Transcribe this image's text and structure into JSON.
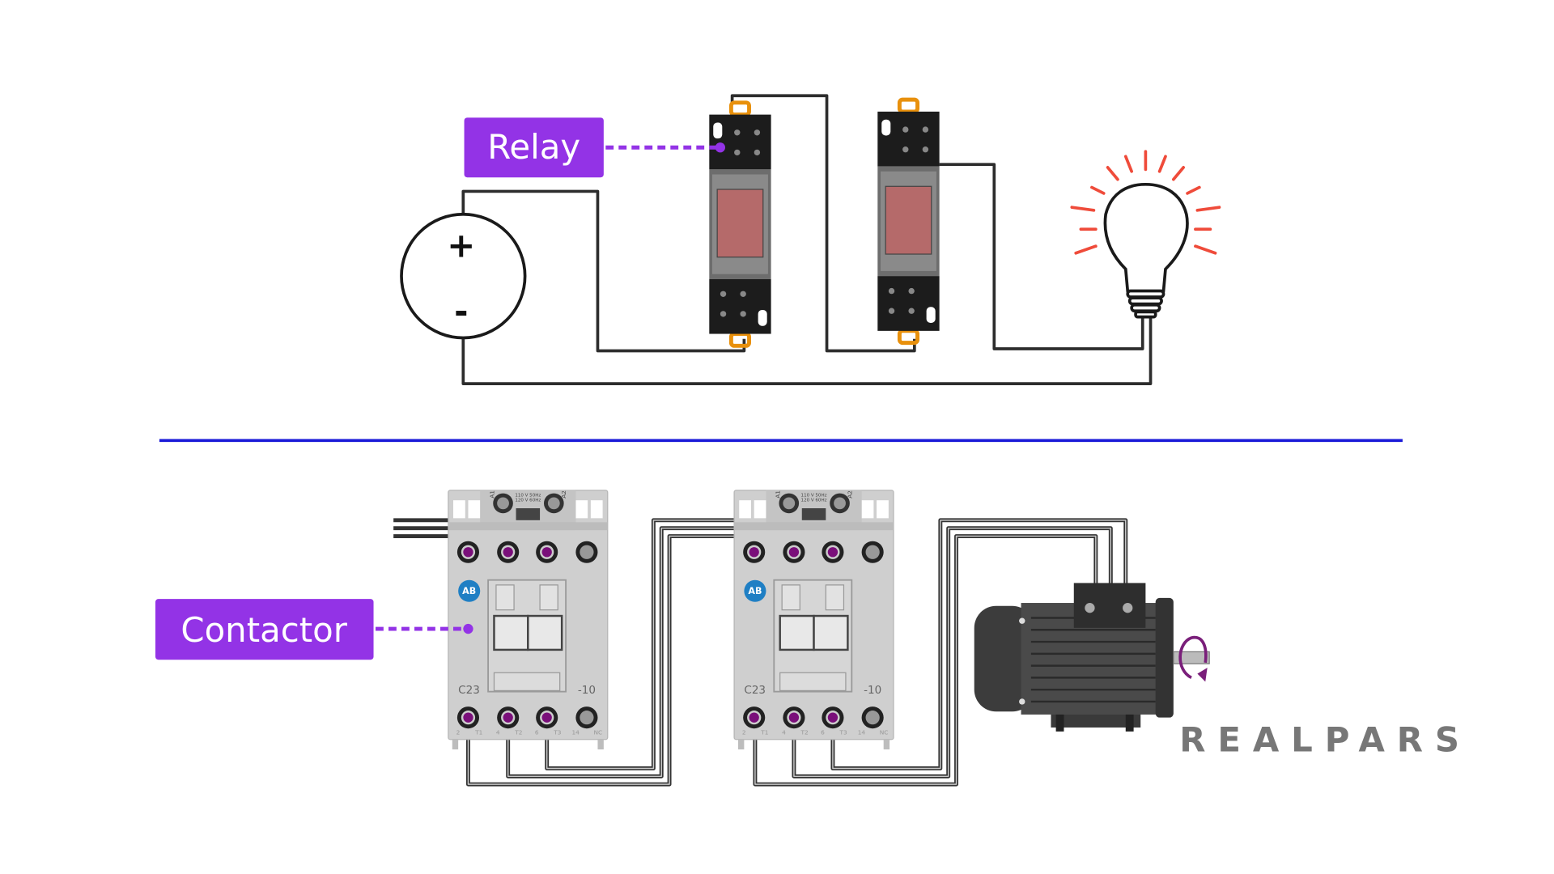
{
  "labels": {
    "relay": "Relay",
    "contactor": "Contactor"
  },
  "source": {
    "plus": "+",
    "minus": "-"
  },
  "contactor": {
    "model": "C23",
    "suffix": "-10",
    "coil_a1": "A1",
    "coil_a2": "A2",
    "rating": [
      "110 V 50Hz",
      "120 V 60Hz"
    ],
    "brand_badge": "AB",
    "bottom_terminals": [
      "2",
      "T1",
      "4",
      "T2",
      "6",
      "T3",
      "14",
      "NC"
    ]
  },
  "logo": "REALPARS",
  "colors": {
    "label_bg": "#9333e6",
    "divider": "#1a1ad8",
    "terminal": "#7a0f7a",
    "ray": "#ef4b3a",
    "logo": "#777777"
  },
  "icons": [
    "dc-source-icon",
    "relay-icon",
    "light-bulb-icon",
    "contactor-icon",
    "motor-icon",
    "rotation-arrow-icon"
  ]
}
